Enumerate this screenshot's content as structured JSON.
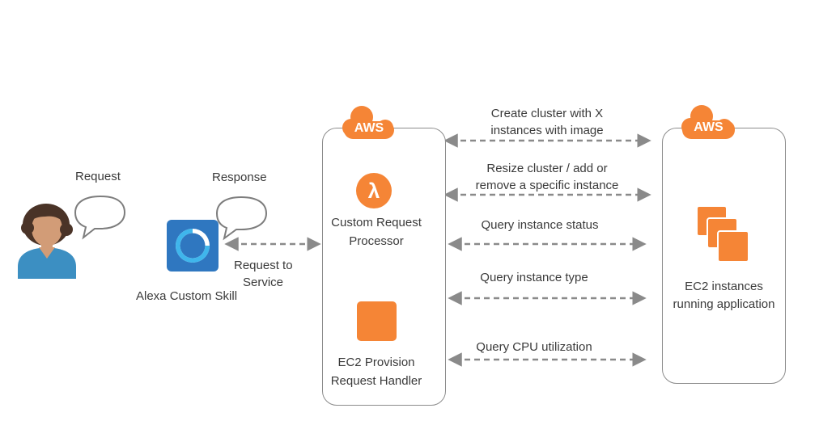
{
  "user": {
    "request_label": "Request"
  },
  "alexa": {
    "response_label": "Response",
    "skill_label": "Alexa Custom Skill",
    "request_to_service": [
      "Request to",
      "Service"
    ]
  },
  "aws_left": {
    "badge": "AWS",
    "lambda_symbol": "λ",
    "lambda_label": [
      "Custom Request",
      "Processor"
    ],
    "ec2_label": [
      "EC2 Provision",
      "Request Handler"
    ]
  },
  "aws_right": {
    "badge": "AWS",
    "ec2_label": [
      "EC2 instances",
      "running application"
    ]
  },
  "operations": [
    {
      "lines": [
        "Create cluster with X",
        "instances with image"
      ]
    },
    {
      "lines": [
        "Resize cluster / add or",
        "remove a specific instance"
      ]
    },
    {
      "lines": [
        "Query instance status"
      ]
    },
    {
      "lines": [
        "Query instance type"
      ]
    },
    {
      "lines": [
        "Query CPU utilization"
      ]
    }
  ],
  "colors": {
    "aws_orange": "#f58536",
    "alexa_blue": "#2f77c0",
    "alexa_ring": "#3fb6ec",
    "connector_gray": "#8a8a8a",
    "skin": "#d29c77",
    "hair": "#4a3327",
    "shirt": "#3c8fc2"
  }
}
